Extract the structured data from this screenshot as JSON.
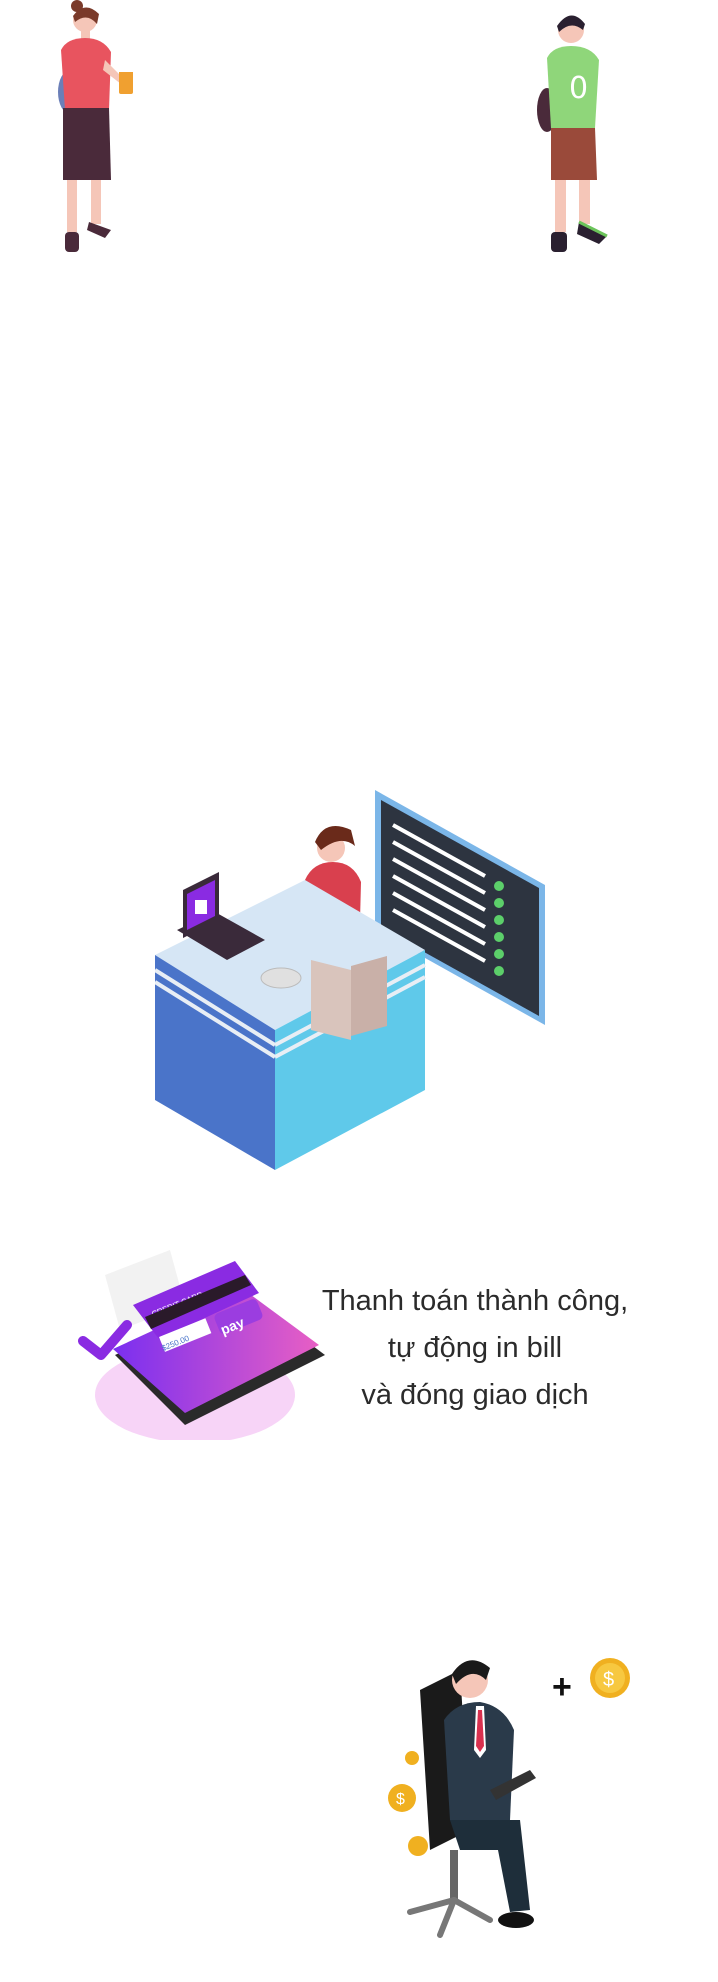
{
  "caption": {
    "lines": [
      "Thanh toán thành công,",
      "tự động in bill",
      "và đóng giao dịch"
    ]
  },
  "phone_illustration": {
    "card_label": "CREDIT CARD",
    "amount": "$250.00",
    "pay_button": "pay"
  },
  "bonus": {
    "plus": "+",
    "coin_symbol": "$"
  },
  "colors": {
    "purple": "#8a2be2",
    "pink": "#e85fc4",
    "blue": "#4a74c9",
    "cyan": "#5fc9ea",
    "text": "#2b2b2b"
  }
}
